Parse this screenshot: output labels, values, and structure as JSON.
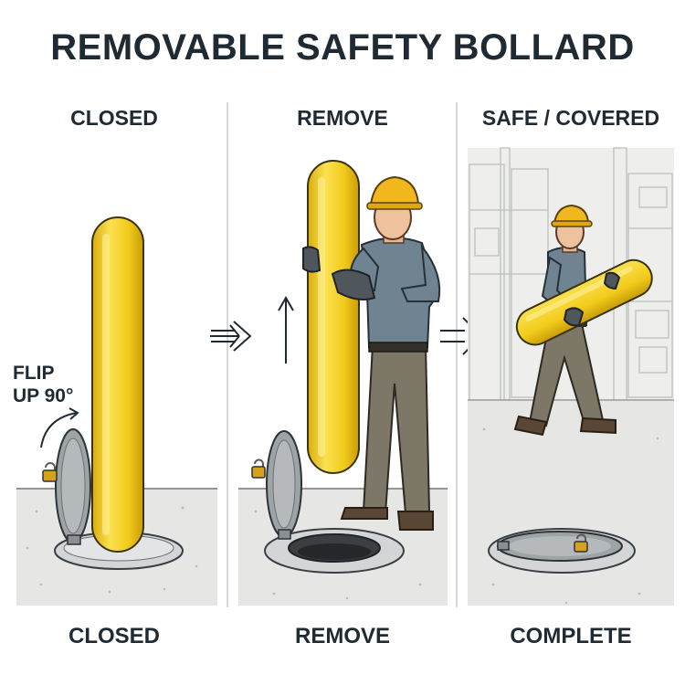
{
  "title": "REMOVABLE SAFETY BOLLARD",
  "panels": [
    {
      "heading": "CLOSED",
      "caption": "CLOSED",
      "annotation": [
        "FLIP",
        "UP 90°"
      ]
    },
    {
      "heading": "REMOVE",
      "caption": "REMOVE"
    },
    {
      "heading": "SAFE / COVERED",
      "caption": "COMPLETE"
    }
  ],
  "colors": {
    "bollard_yellow": "#f2cc1c",
    "hard_hat": "#f0b81e",
    "shirt": "#6f8391",
    "pants": "#7c7766",
    "boots": "#5a4634",
    "floor": "#e6e6e4",
    "lid": "#9ea3a6",
    "text": "#1f2a33"
  },
  "icons": [
    "arrow-right-icon",
    "arrow-up-icon",
    "curved-arrow-icon",
    "padlock-icon"
  ]
}
